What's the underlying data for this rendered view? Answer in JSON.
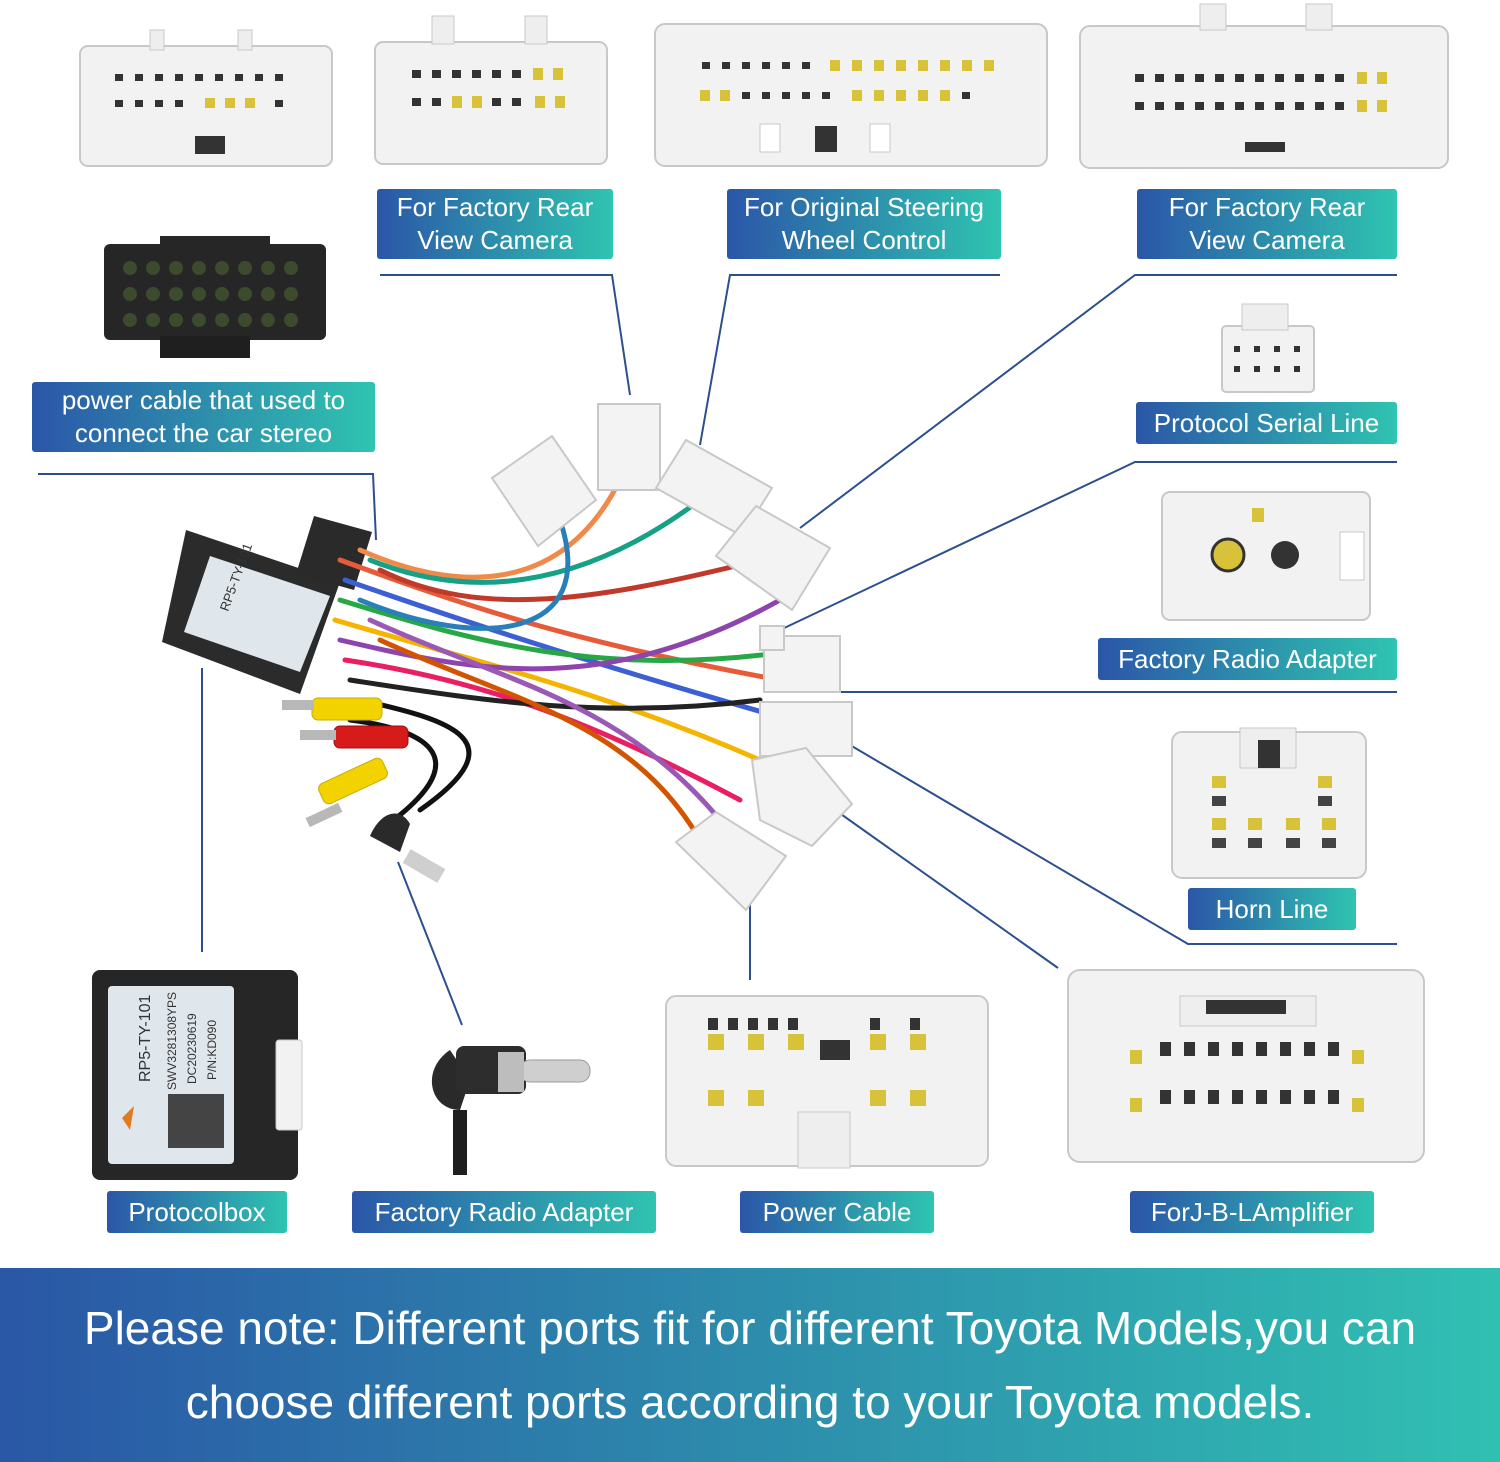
{
  "colors": {
    "label_start": "#2b56a8",
    "label_end": "#2fc4b0",
    "note_start": "#2a57a6",
    "note_end": "#30c0b2",
    "leader_line": "#2b4f8f"
  },
  "labels": {
    "rear_camera_1": "For Factory Rear\nView Camera",
    "steering_wheel": "For Original Steering\nWheel Control",
    "rear_camera_2": "For Factory Rear\nView Camera",
    "power_cable_stereo": "power cable that used to\nconnect the car stereo",
    "protocol_serial": "Protocol Serial Line",
    "factory_radio_right": "Factory Radio Adapter",
    "horn_line": "Horn Line",
    "protocolbox": "Protocolbox",
    "factory_radio_bottom": "Factory Radio Adapter",
    "power_cable": "Power Cable",
    "jbl_amplifier": "ForJ-B-LAmplifier"
  },
  "device_text": {
    "model": "RP5-TY-101",
    "line2": "SWV3281308YPS",
    "line3": "DC20230619",
    "line4": "P/N:KD090"
  },
  "note": {
    "line1": "Please note: Different ports fit for different Toyota Models,you can",
    "line2": "choose different ports according to your Toyota models."
  }
}
